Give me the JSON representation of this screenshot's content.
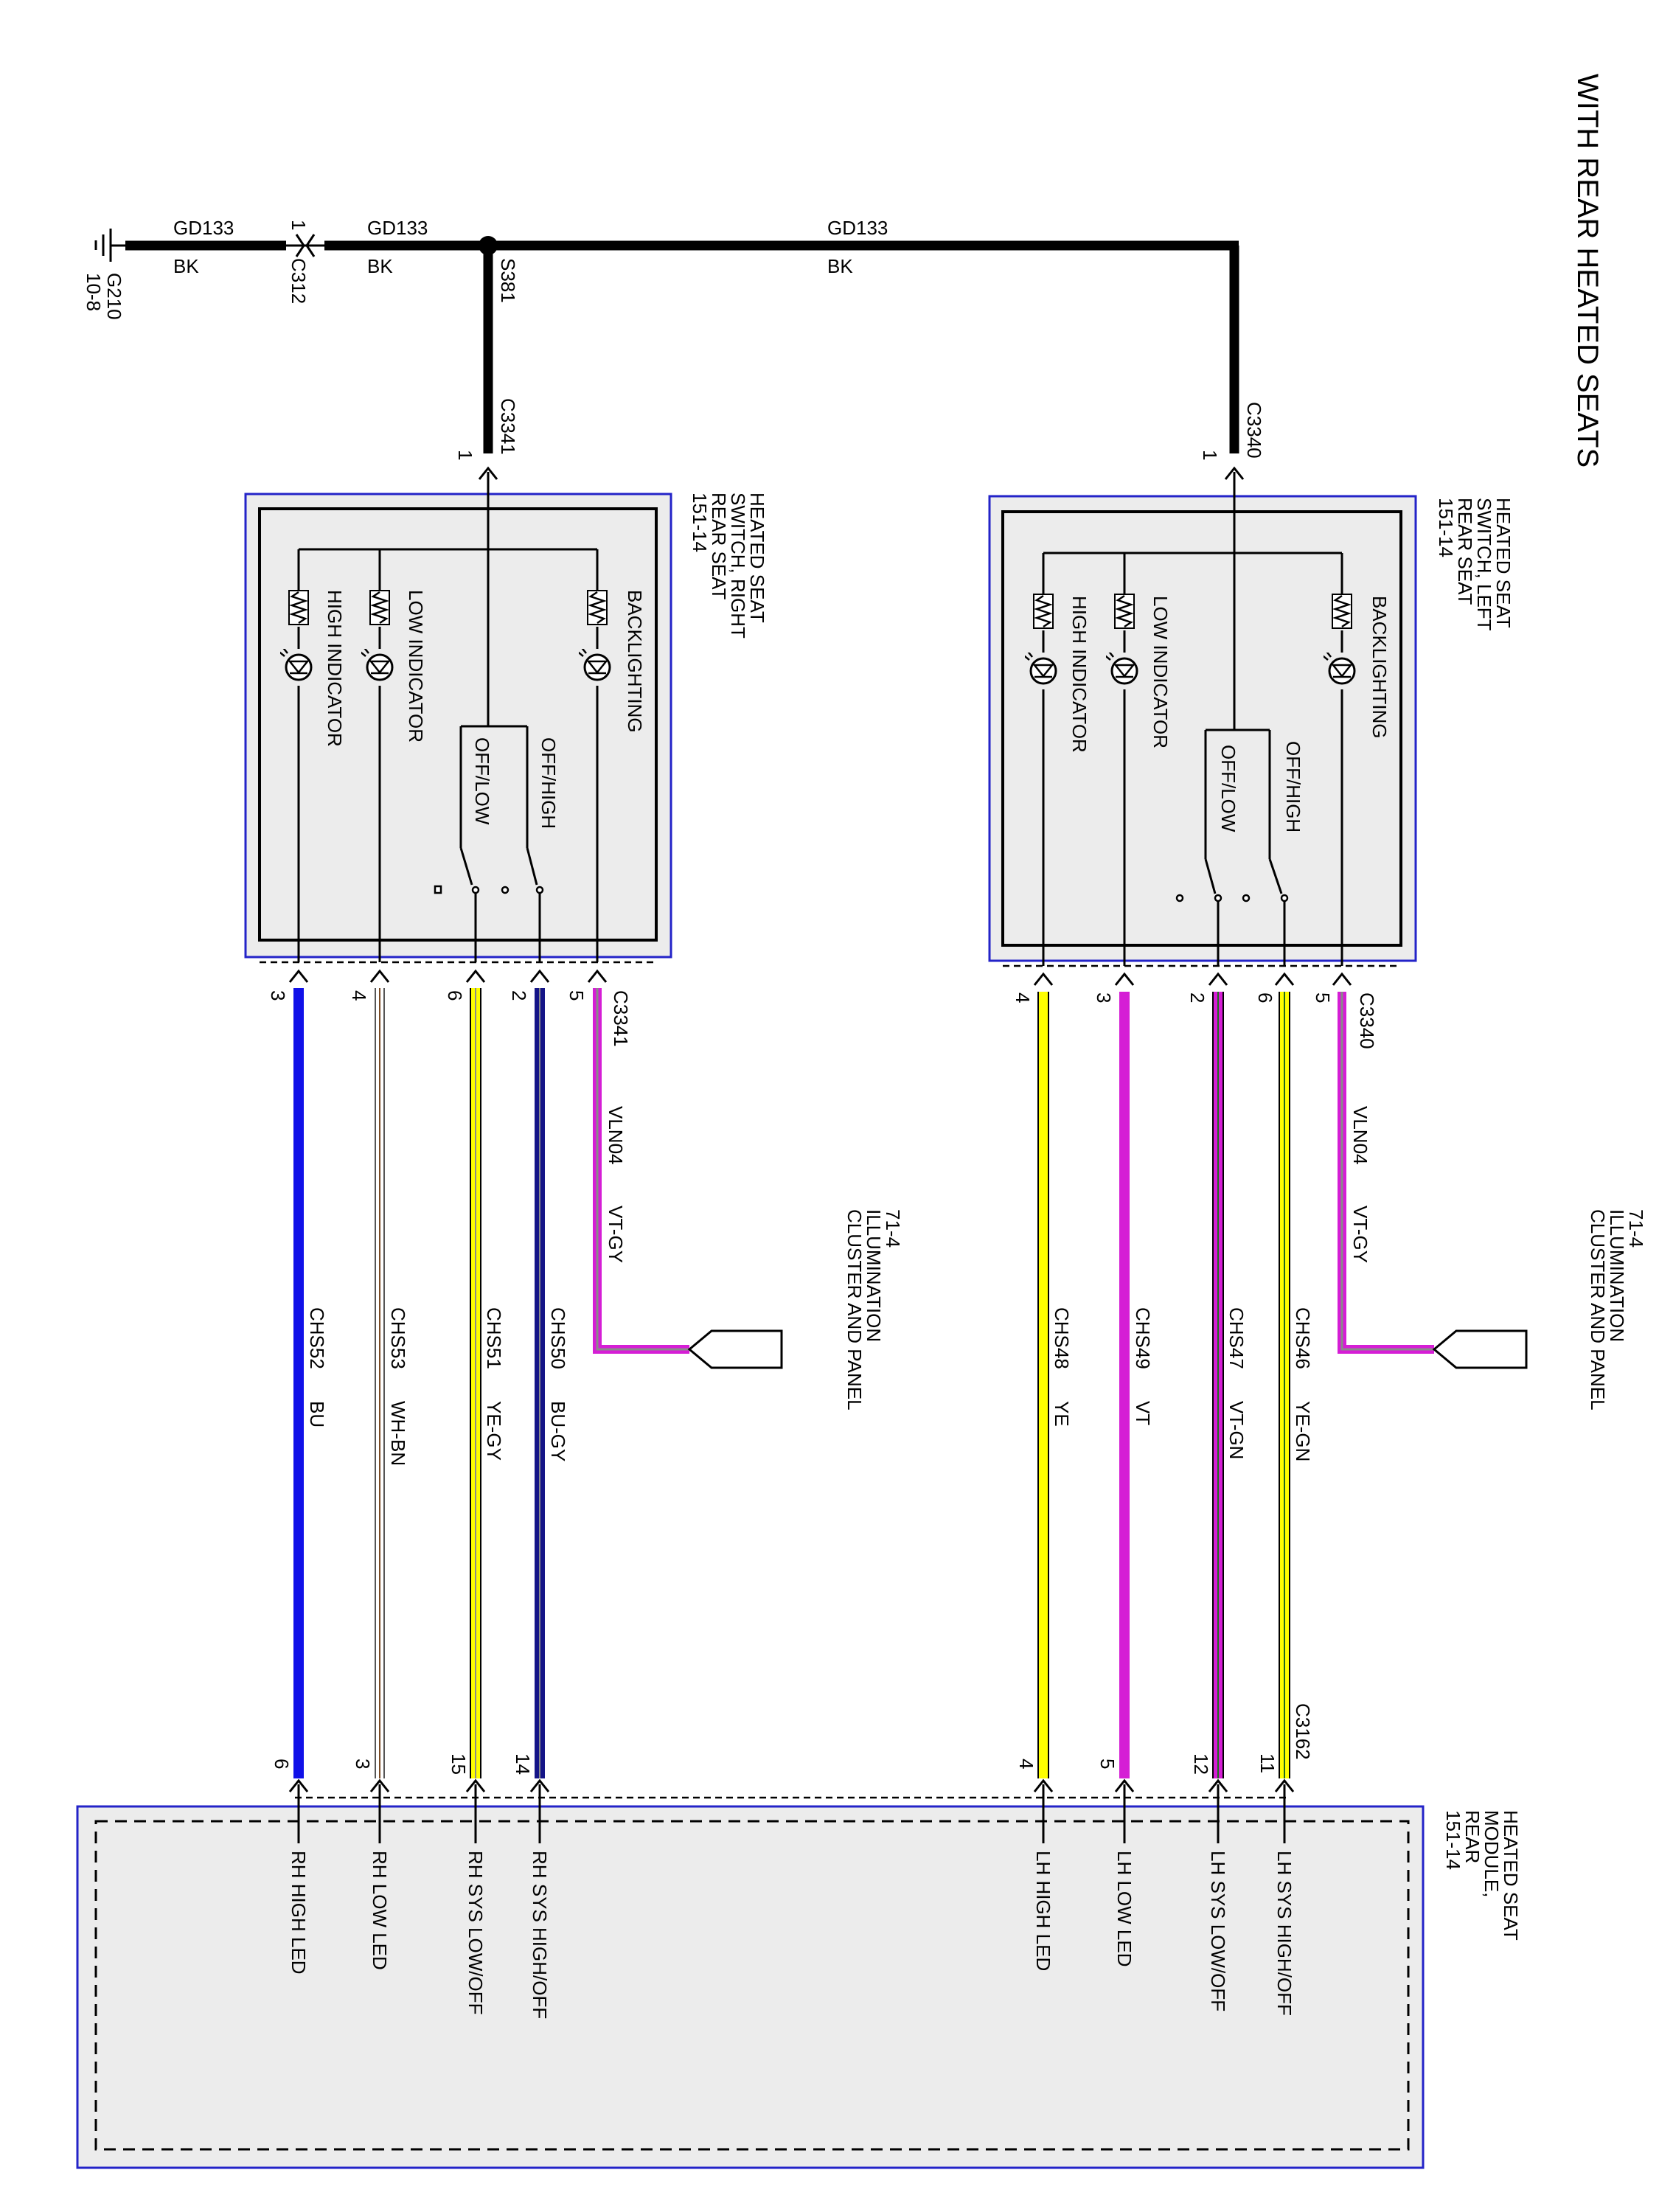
{
  "title": "WITH REAR HEATED SEATS",
  "colors": {
    "bk": "#000000",
    "vt": "#d51ed5",
    "gy": "#8a8a8a",
    "bu": "#1010e8",
    "navy": "#141487",
    "ye": "#ffff00",
    "gn": "#1e6a1e",
    "wh": "#ffffff",
    "bn": "#7a4a24",
    "box_border": "#2323c8",
    "box_fill": "#ececec"
  },
  "ground": {
    "id": "G210",
    "ref": "10-8",
    "wire1": {
      "circuit": "GD133",
      "color": "BK"
    },
    "connector": "C312",
    "connector_pin": "1",
    "wire2": {
      "circuit": "GD133",
      "color": "BK"
    },
    "splice": "S381",
    "wire3": {
      "circuit": "GD133",
      "color": "BK"
    }
  },
  "switch_right": {
    "title_lines": [
      "HEATED SEAT",
      "SWITCH, RIGHT",
      "REAR SEAT",
      "151-14"
    ],
    "top_connector": "C3341",
    "top_pin": "1",
    "backlighting": "BACKLIGHTING",
    "low_indicator": "LOW INDICATOR",
    "high_indicator": "HIGH INDICATOR",
    "off_high": "OFF/HIGH",
    "off_low": "OFF/LOW",
    "bottom_connector": "C3341",
    "pins": [
      "5",
      "2",
      "6",
      "4",
      "3"
    ]
  },
  "switch_left": {
    "title_lines": [
      "HEATED SEAT",
      "SWITCH, LEFT",
      "REAR SEAT",
      "151-14"
    ],
    "top_connector": "C3340",
    "top_pin": "1",
    "backlighting": "BACKLIGHTING",
    "low_indicator": "LOW INDICATOR",
    "high_indicator": "HIGH INDICATOR",
    "off_high": "OFF/HIGH",
    "off_low": "OFF/LOW",
    "bottom_connector": "C3340",
    "pins": [
      "5",
      "6",
      "2",
      "3",
      "4"
    ]
  },
  "cluster_right": {
    "lines": [
      "CLUSTER AND PANEL",
      "ILLUMINATION",
      "71-4"
    ],
    "circuit": "VLN04",
    "color": "VT-GY"
  },
  "cluster_left": {
    "lines": [
      "CLUSTER AND PANEL",
      "ILLUMINATION",
      "71-4"
    ],
    "circuit": "VLN04",
    "color": "VT-GY"
  },
  "wires_right": [
    {
      "circuit": "CHS50",
      "color": "BU-GY",
      "module_pin": "14"
    },
    {
      "circuit": "CHS51",
      "color": "YE-GY",
      "module_pin": "15"
    },
    {
      "circuit": "CHS53",
      "color": "WH-BN",
      "module_pin": "3"
    },
    {
      "circuit": "CHS52",
      "color": "BU",
      "module_pin": "6"
    }
  ],
  "wires_left": [
    {
      "circuit": "CHS46",
      "color": "YE-GN",
      "module_pin": "11"
    },
    {
      "circuit": "CHS47",
      "color": "VT-GN",
      "module_pin": "12"
    },
    {
      "circuit": "CHS49",
      "color": "VT",
      "module_pin": "5"
    },
    {
      "circuit": "CHS48",
      "color": "YE",
      "module_pin": "4"
    }
  ],
  "module": {
    "title_lines": [
      "HEATED SEAT",
      "MODULE,",
      "REAR",
      "151-14"
    ],
    "connector": "C3162",
    "lh_sys_high": "LH SYS HIGH/OFF",
    "lh_sys_low": "LH SYS LOW/OFF",
    "lh_low": "LH LOW LED",
    "lh_high": "LH HIGH LED",
    "rh_sys_high": "RH SYS HIGH/OFF",
    "rh_sys_low": "RH SYS LOW/OFF",
    "rh_low": "RH LOW LED",
    "rh_high": "RH HIGH LED"
  }
}
